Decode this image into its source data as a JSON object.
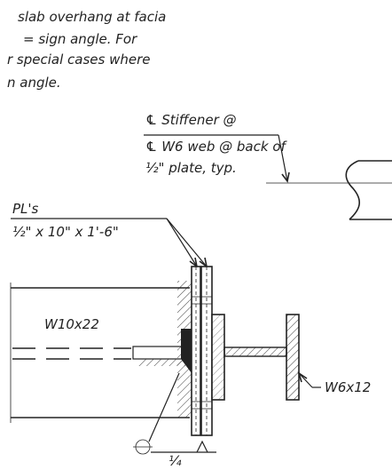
{
  "note": {
    "line1": "slab overhang at facia",
    "line2": "=   sign angle.   For",
    "line3": "r special cases where",
    "line4": "n angle."
  },
  "callouts": {
    "stiffener_line1": "℄ Stiffener @",
    "stiffener_line2": "℄ W6 web @ back of",
    "stiffener_line3": "½\" plate, typ.",
    "plate_line1": "PL's",
    "plate_line2": "½\" x 10\" x 1'-6\"",
    "beam_label": "W10x22",
    "column_label": "W6x12",
    "weld_size": "¼"
  }
}
